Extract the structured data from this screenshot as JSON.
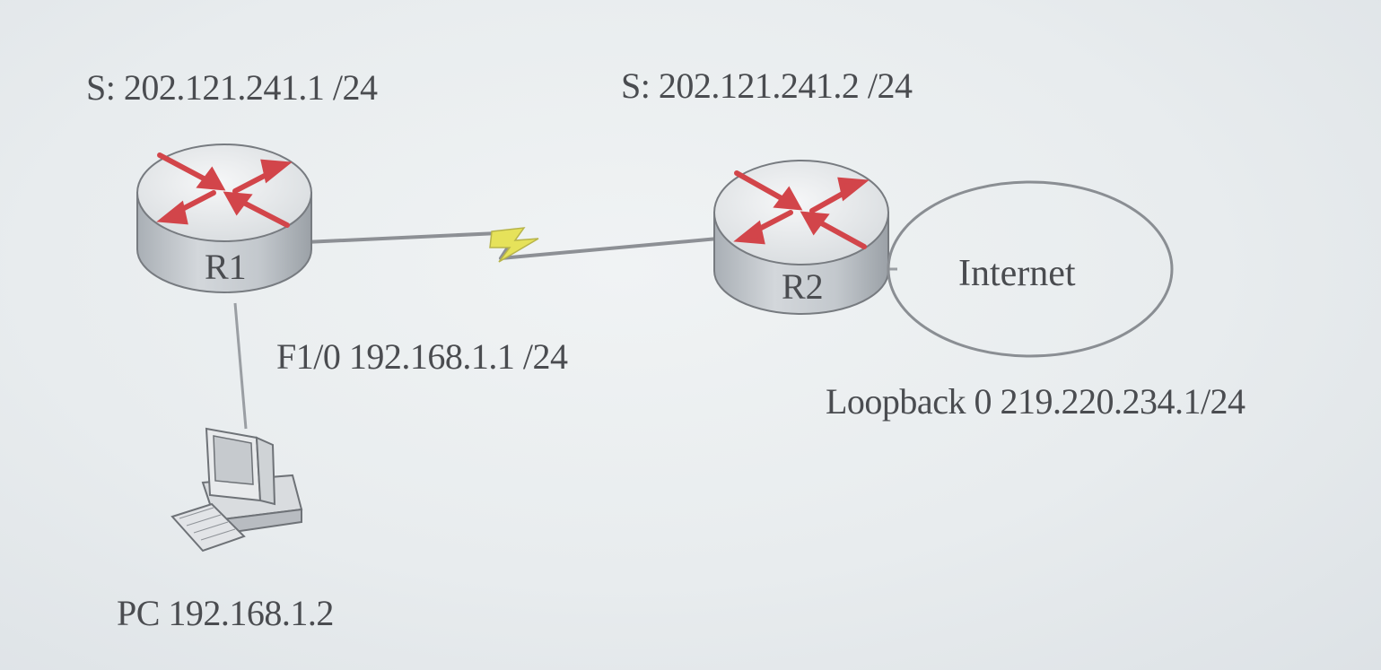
{
  "r1": {
    "name": "R1",
    "serial": "S: 202.121.241.1  /24",
    "fastethernet": "F1/0 192.168.1.1 /24"
  },
  "r2": {
    "name": "R2",
    "serial": "S: 202.121.241.2  /24",
    "loopback": "Loopback 0 219.220.234.1/24"
  },
  "cloud": {
    "label": "Internet"
  },
  "pc": {
    "label": "PC 192.168.1.2"
  },
  "colors": {
    "router_arrows": "#d2454a",
    "serial_bolt": "#e6e25a",
    "router_body": "#c9ced3",
    "outline": "#777b80"
  },
  "icons": {
    "router": "router-icon",
    "pc": "desktop-computer-icon",
    "serial_link": "lightning-bolt-icon",
    "cloud": "ellipse-cloud-icon"
  }
}
